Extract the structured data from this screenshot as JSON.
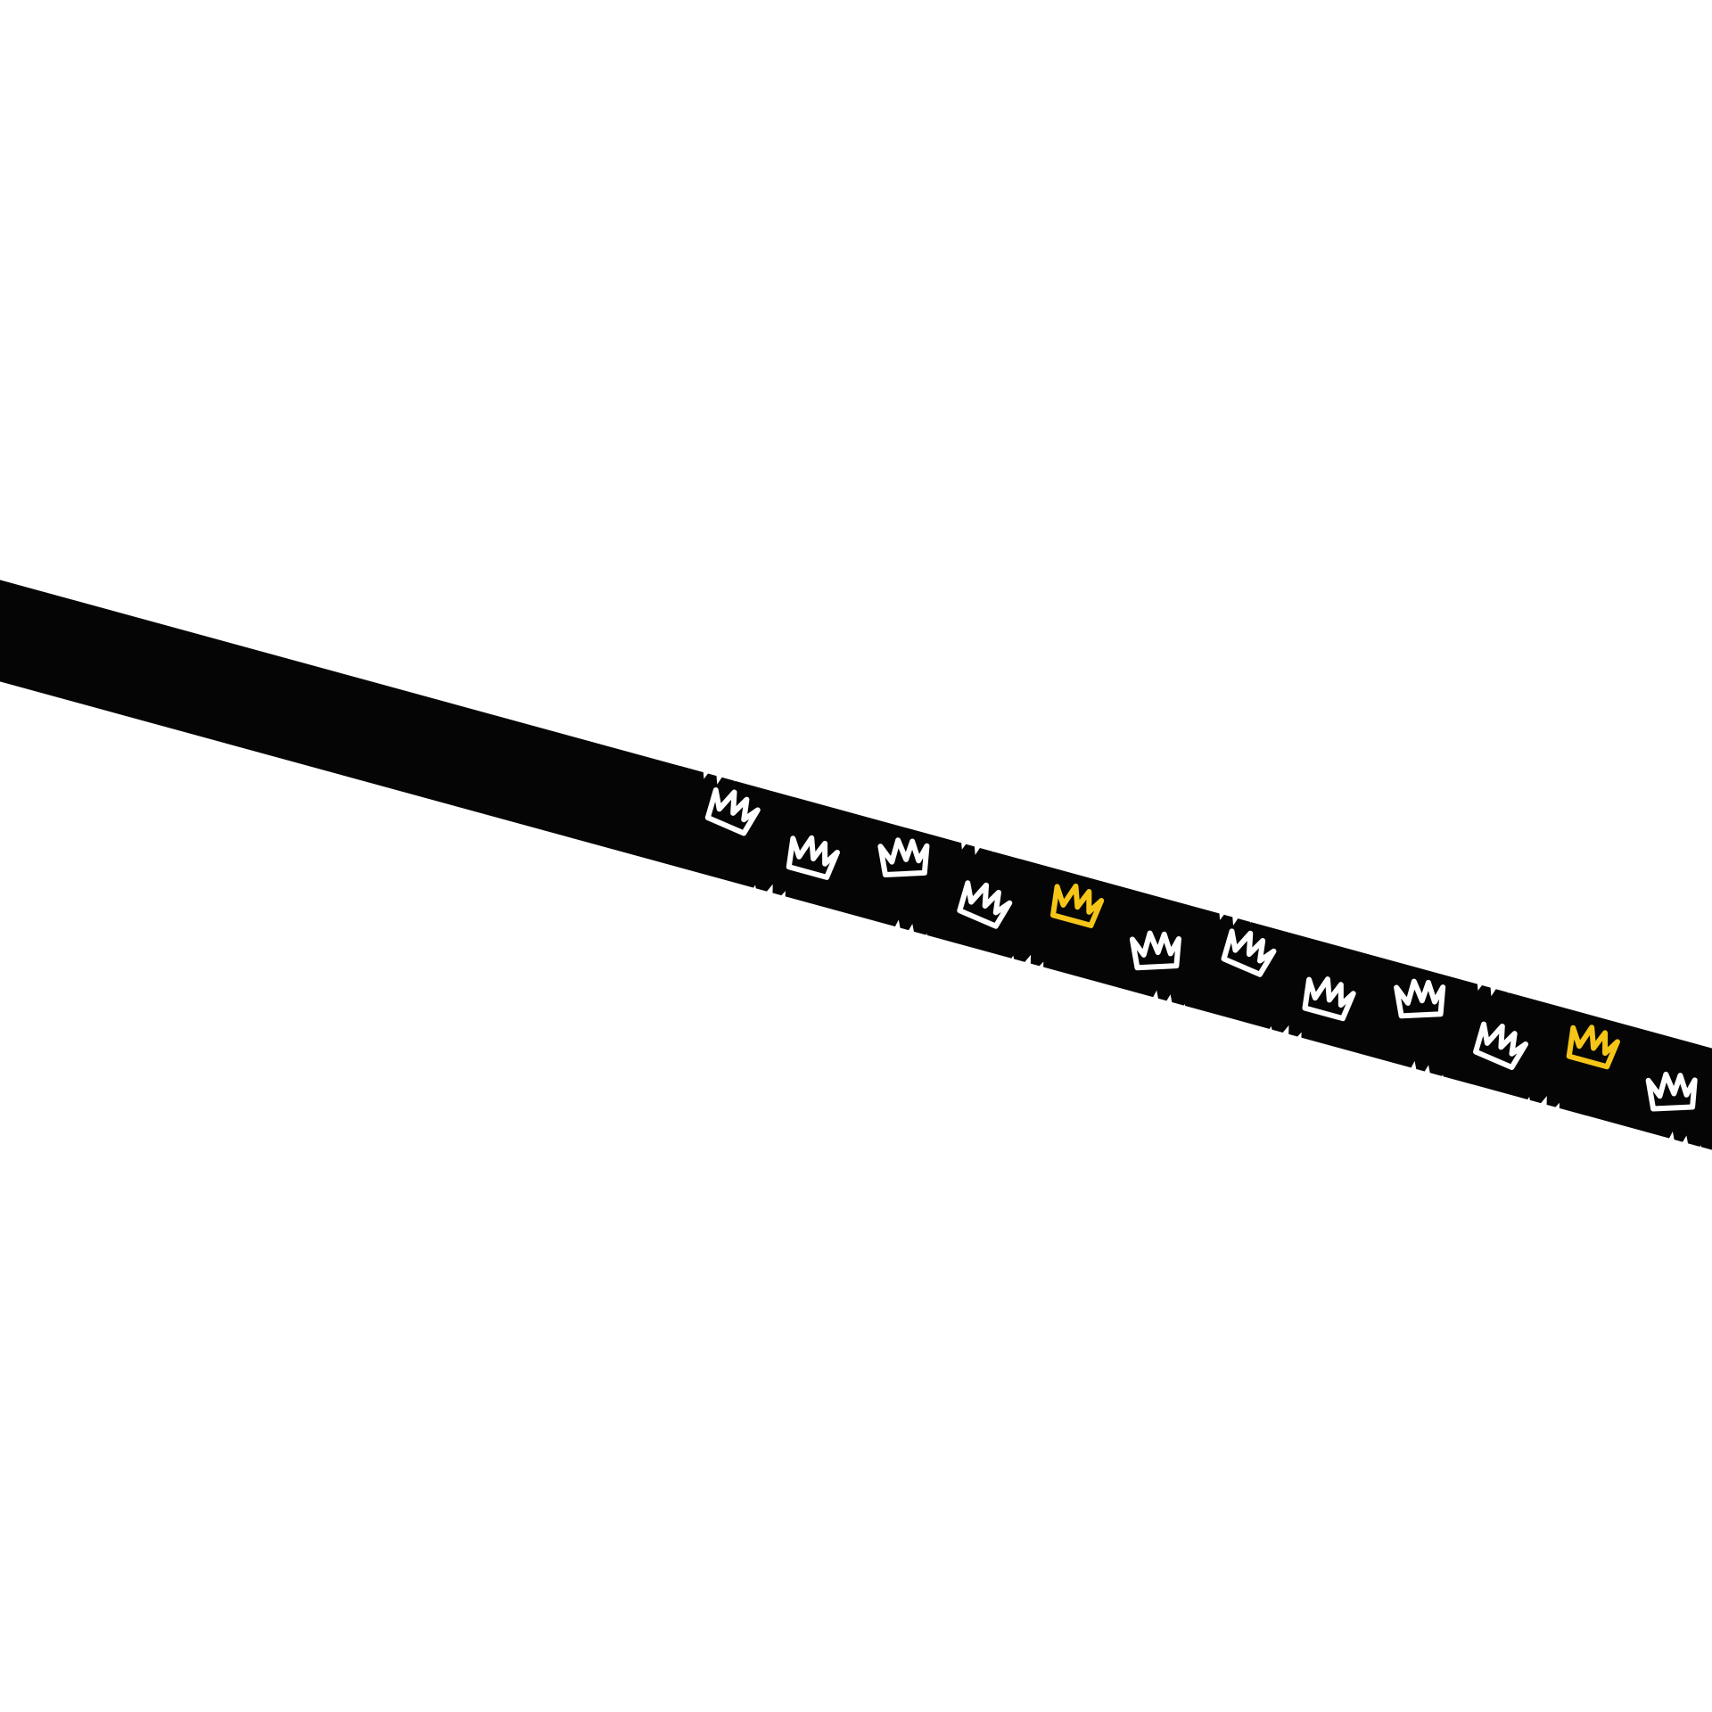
{
  "canvas": {
    "background_color": "#ffffff"
  },
  "ribbon": {
    "name": "crown-pattern-ribbon",
    "band_color": "#050505",
    "pattern": {
      "description_icon": "crown-icon",
      "repeat_sequence": [
        {
          "icon": "crown-icon",
          "style": "outline",
          "color": "#ffffff"
        },
        {
          "icon": "crown-icon",
          "style": "outline",
          "color": "#ffffff"
        },
        {
          "icon": "crown-icon",
          "style": "outline",
          "color": "#f5c518"
        },
        {
          "icon": "crown-icon",
          "style": "outline",
          "color": "#ffffff"
        },
        {
          "icon": "crown-icon",
          "style": "outline",
          "color": "#ffffff"
        },
        {
          "icon": "crown-icon",
          "style": "outline",
          "color": "#ffffff"
        }
      ],
      "edge_icon": "crown-silhouette-icon",
      "edge_color": "#ffffff",
      "accent_color": "#f5c518",
      "primary_icon_color": "#ffffff"
    }
  }
}
